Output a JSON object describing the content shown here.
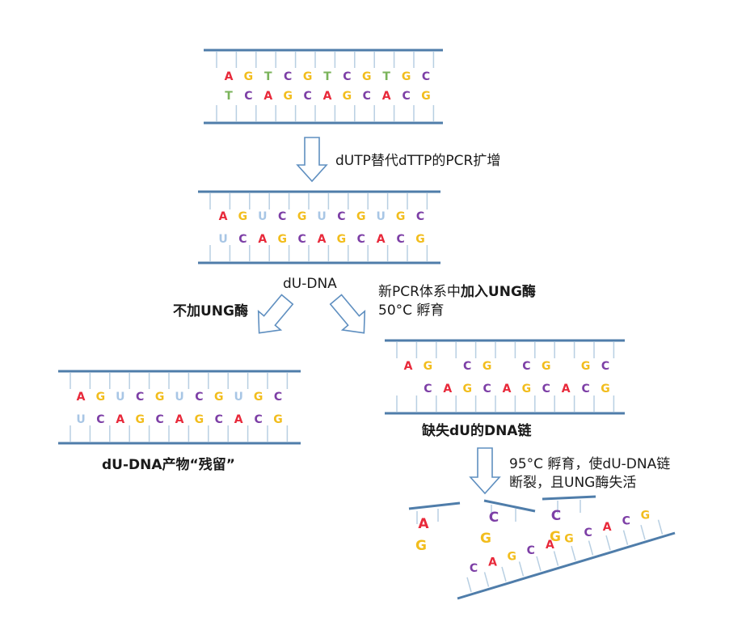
{
  "colors": {
    "A": "#e8293a",
    "G": "#f2bd1d",
    "T": "#7ab35a",
    "C": "#7d3fa6",
    "U": "#a8c6e5",
    "strand": "#4f7daa",
    "tick": "#b8cfe2",
    "arrow": "#5f8fc0"
  },
  "strands": {
    "original": {
      "top": [
        "A",
        "G",
        "T",
        "C",
        "G",
        "T",
        "C",
        "G",
        "T",
        "G",
        "C"
      ],
      "bottom": [
        "T",
        "C",
        "A",
        "G",
        "C",
        "A",
        "G",
        "C",
        "A",
        "C",
        "G"
      ]
    },
    "du_dna": {
      "top": [
        "A",
        "G",
        "U",
        "C",
        "G",
        "U",
        "C",
        "G",
        "U",
        "G",
        "C"
      ],
      "bottom": [
        "U",
        "C",
        "A",
        "G",
        "C",
        "A",
        "G",
        "C",
        "A",
        "C",
        "G"
      ]
    },
    "retained": {
      "top": [
        "A",
        "G",
        "U",
        "C",
        "G",
        "U",
        "C",
        "G",
        "U",
        "G",
        "C"
      ],
      "bottom": [
        "U",
        "C",
        "A",
        "G",
        "C",
        "A",
        "G",
        "C",
        "A",
        "C",
        "G"
      ]
    },
    "gapped": {
      "top": [
        "A",
        "G",
        "",
        "C",
        "G",
        "",
        "C",
        "G",
        "",
        "G",
        "C"
      ],
      "bottom": [
        "C",
        "A",
        "G",
        "C",
        "A",
        "G",
        "C",
        "A",
        "C",
        "G"
      ]
    },
    "fragments": {
      "top_pieces": [
        [
          "A",
          "G"
        ],
        [
          "C",
          "G"
        ],
        [
          "C",
          "G"
        ]
      ],
      "bottom": [
        "C",
        "A",
        "G",
        "C",
        "A",
        "G",
        "C",
        "A",
        "C",
        "G"
      ]
    }
  },
  "labels": {
    "step1": "dUTP替代dTTP的PCR扩增",
    "du_dna": "dU-DNA",
    "no_ung": "不加UNG酶",
    "with_ung_line1_plain": "新PCR体系中",
    "with_ung_line1_bold": "加入UNG酶",
    "with_ung_line2": "50°C 孵育",
    "retained": "dU-DNA产物“残留”",
    "missing": "缺失dU的DNA链",
    "step3_line1": "95°C 孵育，使dU-DNA链",
    "step3_line2": "断裂，且UNG酶失活"
  }
}
